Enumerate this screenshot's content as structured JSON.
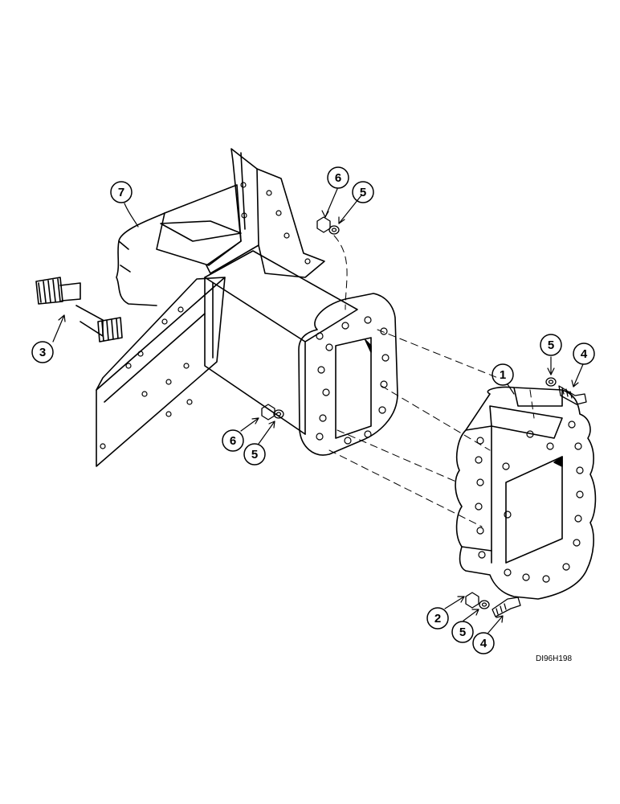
{
  "drawing_code": "DI96H198",
  "callouts": [
    {
      "id": "c7",
      "label": "7"
    },
    {
      "id": "c6a",
      "label": "6"
    },
    {
      "id": "c5a",
      "label": "5"
    },
    {
      "id": "c3",
      "label": "3"
    },
    {
      "id": "c1",
      "label": "1"
    },
    {
      "id": "c5b",
      "label": "5"
    },
    {
      "id": "c4a",
      "label": "4"
    },
    {
      "id": "c6b",
      "label": "6"
    },
    {
      "id": "c5c",
      "label": "5"
    },
    {
      "id": "c2",
      "label": "2"
    },
    {
      "id": "c5d",
      "label": "5"
    },
    {
      "id": "c4b",
      "label": "4"
    }
  ],
  "colors": {
    "line": "#000000",
    "paper": "#ffffff"
  }
}
